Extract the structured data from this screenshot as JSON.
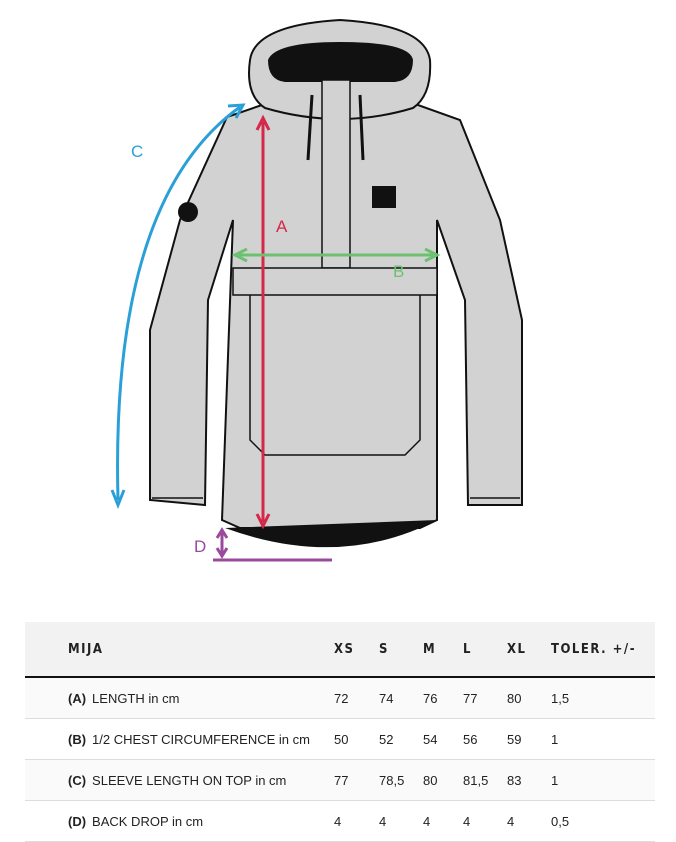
{
  "figure": {
    "labels": {
      "a": "A",
      "b": "B",
      "c": "C",
      "d": "D"
    },
    "colors": {
      "a": "#d6264a",
      "b": "#6cc070",
      "c": "#2a9fd8",
      "d": "#9a4a9c",
      "jacket": "#d2d2d2"
    }
  },
  "table": {
    "headers": [
      "MIJA",
      "XS",
      "S",
      "M",
      "L",
      "XL",
      "TOLER. +/-"
    ],
    "rows": [
      {
        "code": "(A)",
        "label": "LENGTH in cm",
        "values": [
          "72",
          "74",
          "76",
          "77",
          "80",
          "1,5"
        ]
      },
      {
        "code": "(B)",
        "label": "1/2 CHEST CIRCUMFERENCE in cm",
        "values": [
          "50",
          "52",
          "54",
          "56",
          "59",
          "1"
        ]
      },
      {
        "code": "(C)",
        "label": "SLEEVE LENGTH ON TOP in cm",
        "values": [
          "77",
          "78,5",
          "80",
          "81,5",
          "83",
          "1"
        ]
      },
      {
        "code": "(D)",
        "label": "BACK DROP in cm",
        "values": [
          "4",
          "4",
          "4",
          "4",
          "4",
          "0,5"
        ]
      }
    ]
  }
}
